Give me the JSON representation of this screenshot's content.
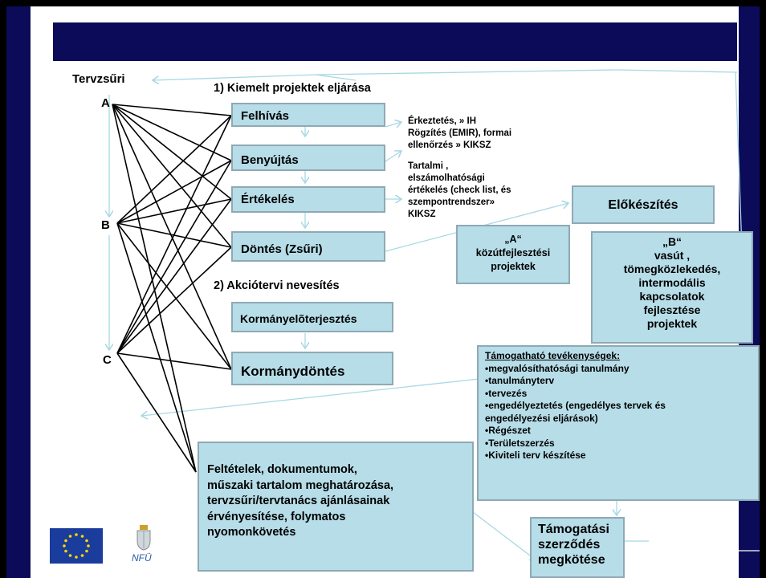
{
  "title_left": "Tervzsűri",
  "nodes": {
    "a": "A",
    "b": "B",
    "c": "C"
  },
  "section1": "1) Kiemelt projektek eljárása",
  "section2": "2) Akciótervi nevesítés",
  "steps": {
    "felhivas": "Felhívás",
    "benyujtas": "Benyújtás",
    "ertekeles": "Értékelés",
    "dontes": "Döntés (Zsűri)",
    "kormanyeloterjesztes": "Kormányelõterjesztés",
    "kormanydontes": "Kormánydöntés"
  },
  "notes": {
    "erkeztetes": [
      "Érkeztetés, » IH",
      "Rögzítés (EMIR), formai",
      "ellenőrzés » KIKSZ"
    ],
    "tartalmi": [
      "Tartalmi ,",
      "elszámolhatósági",
      "értékelés (check list, és",
      "szempontrendszer»",
      "KIKSZ"
    ]
  },
  "elokeszites": "Előkészítés",
  "box_a": [
    "„A“",
    "közútfejlesztési",
    "projektek"
  ],
  "box_b": [
    "„B“",
    "vasút ,",
    "tömegközlekedés,",
    "intermodális",
    "kapcsolatok",
    "fejlesztése",
    "projektek"
  ],
  "tevekenysegek": {
    "heading": "Támogatható tevékenységek:",
    "items": [
      "•megvalósíthatósági tanulmány",
      "•tanulmányterv",
      "•tervezés",
      "•engedélyeztetés (engedélyes tervek és",
      "engedélyezési eljárások)",
      "•Régészet",
      "•Területszerzés",
      "•Kiviteli terv készítése"
    ]
  },
  "feltetelek": [
    "Feltételek, dokumentumok,",
    "műszaki tartalom meghatározása,",
    "tervzsűri/tervtanács ajánlásainak",
    "érvényesítése, folymatos",
    "nyomonkövetés"
  ],
  "tamogatasi": [
    "Támogatási",
    "szerződés",
    "megkötése"
  ],
  "footer": {
    "nfu": "NFÜ"
  },
  "colors": {
    "navy": "#0b0b5a",
    "box_fill": "#b6dde8",
    "connector": "#a8d8e4",
    "eu_blue": "#1a3c9c",
    "eu_star": "#ffd700"
  }
}
